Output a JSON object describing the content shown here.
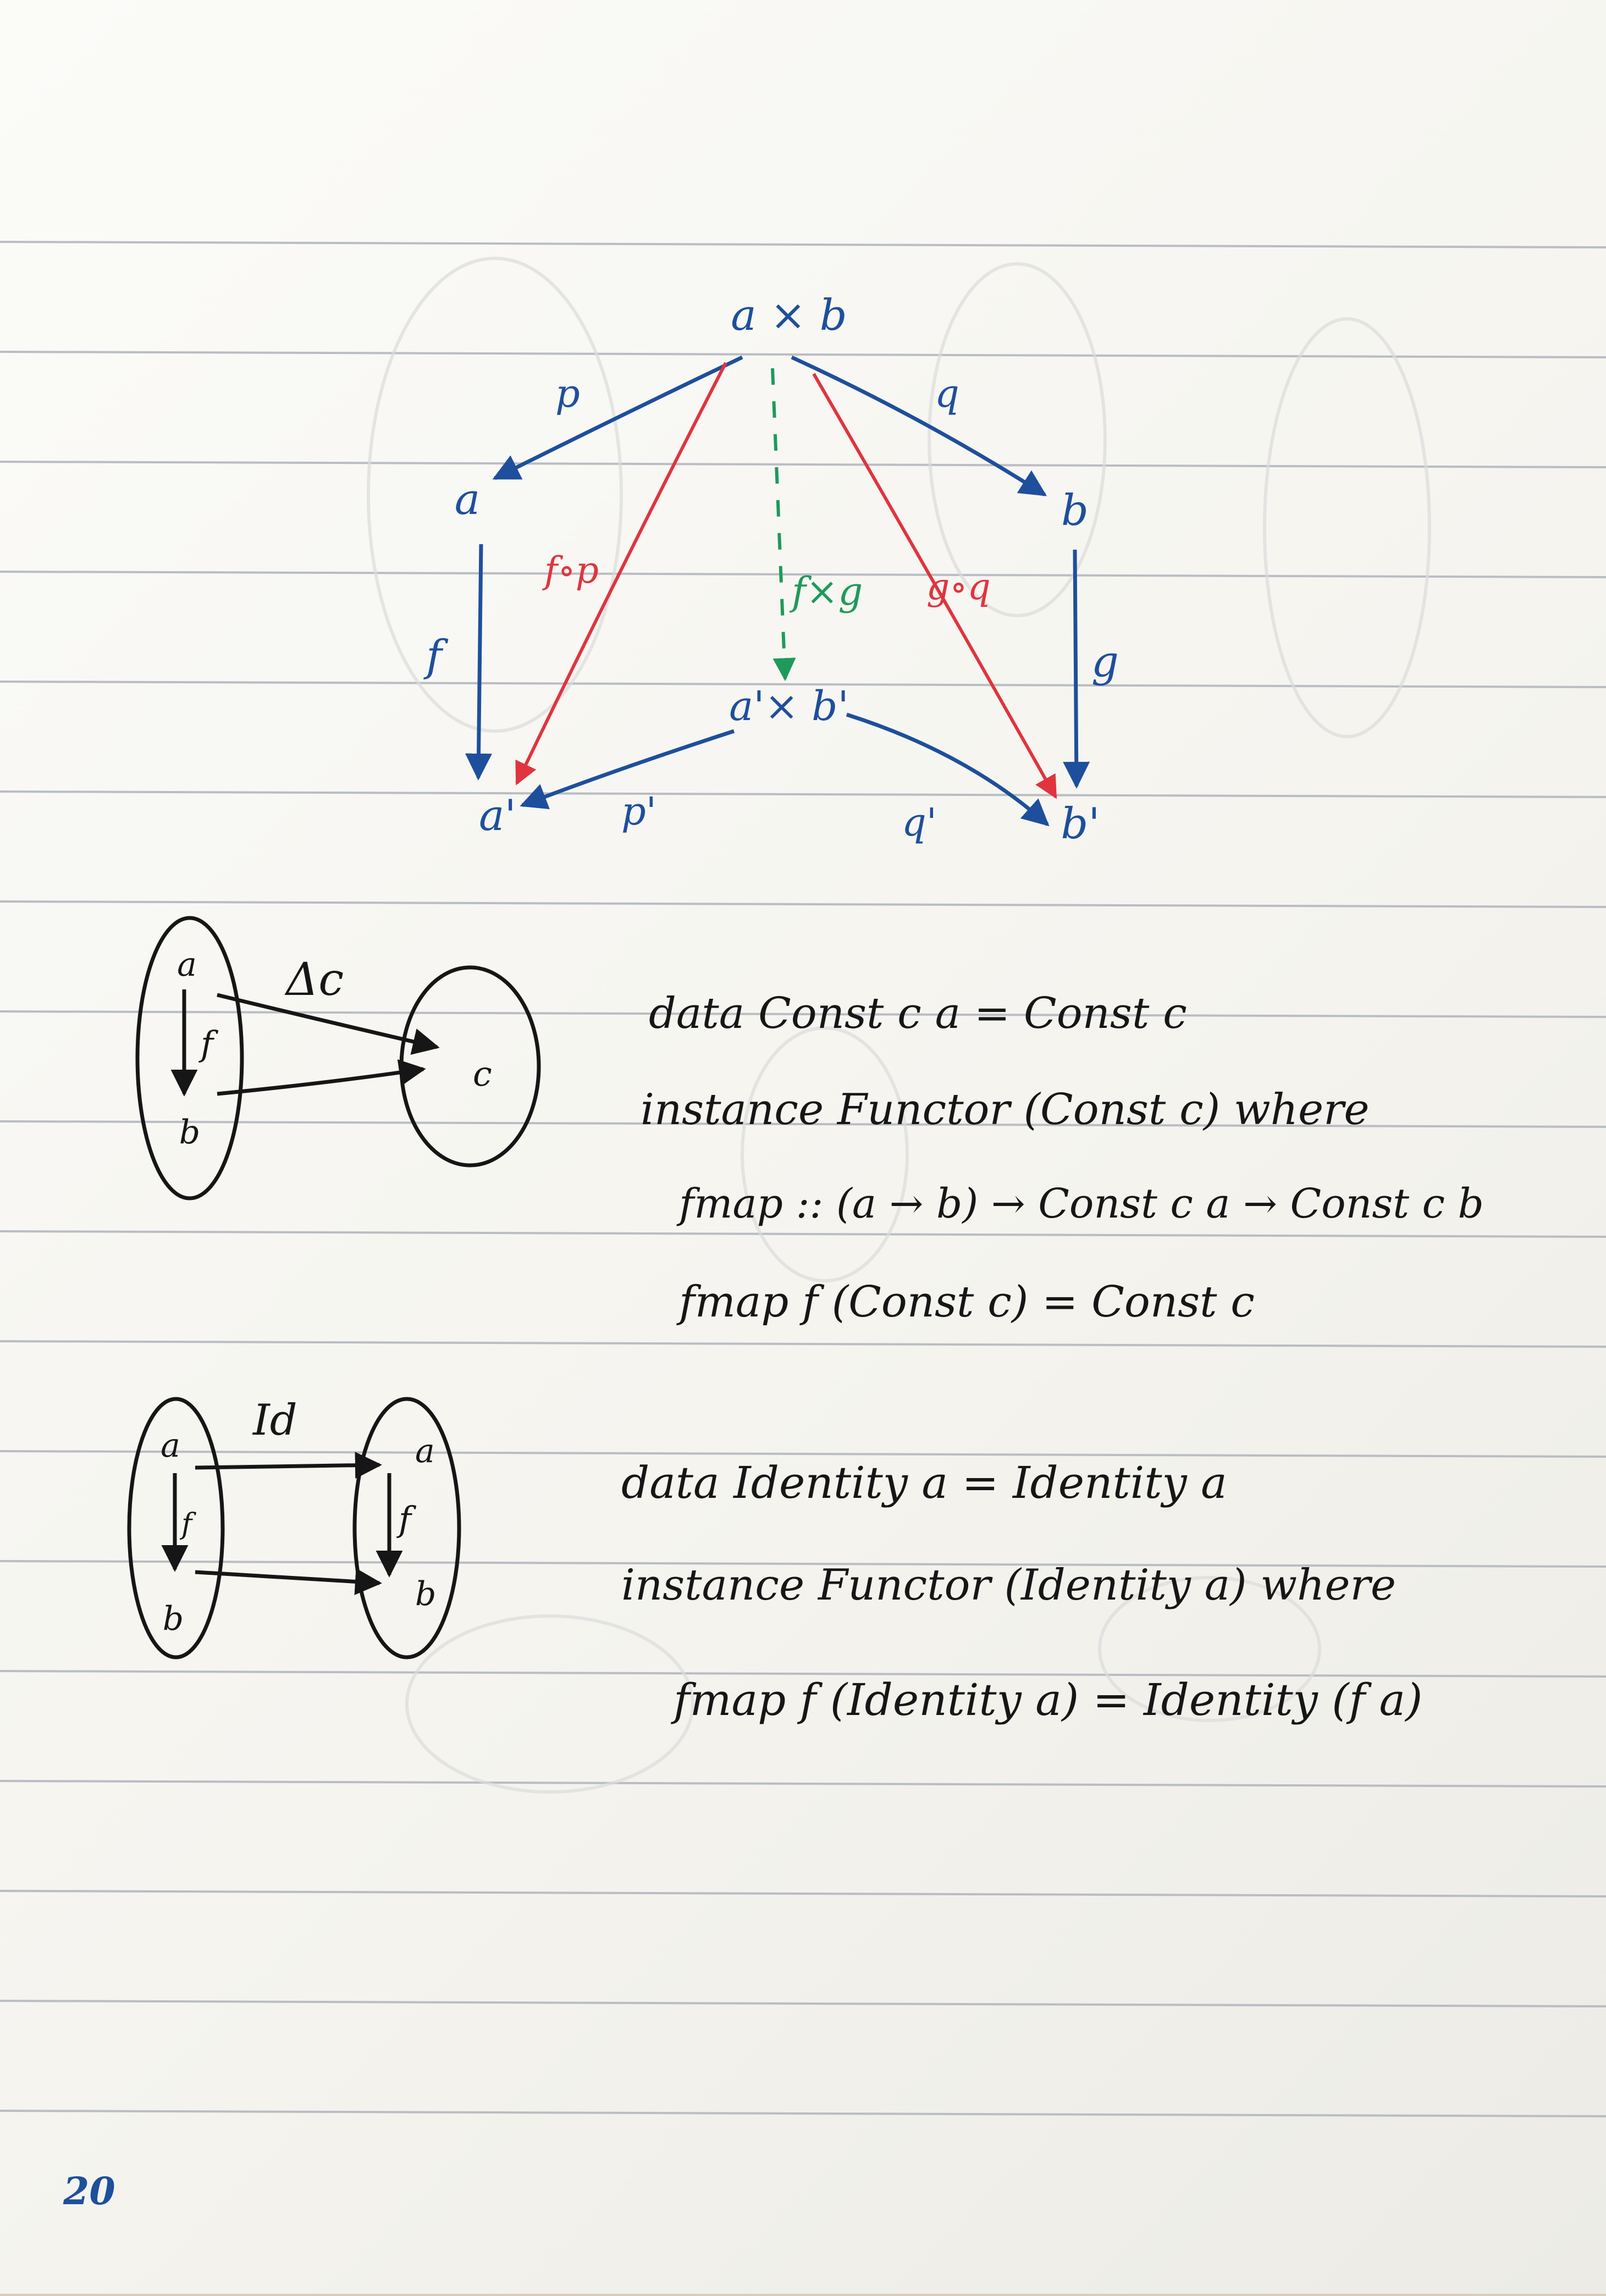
{
  "page_number": "20",
  "colors": {
    "blue": "#1e4f9c",
    "red": "#e0343f",
    "green": "#1f9a5c",
    "ink": "#161616",
    "rule": "#b9bdc4"
  },
  "product_diagram": {
    "top": "a × b",
    "left_mid": "a",
    "right_mid": "b",
    "center": "a'× b'",
    "left_bottom": "a'",
    "right_bottom": "b'",
    "label_p": "p",
    "label_q": "q",
    "label_f": "f",
    "label_g": "g",
    "label_fop": "f∘p",
    "label_goq": "g∘q",
    "label_fxg": "f×g",
    "label_p_prime": "p'",
    "label_q_prime": "q'"
  },
  "const_diagram": {
    "functor_label": "Δc",
    "src_top": "a",
    "src_arrow": "f",
    "src_bottom": "b",
    "dst": "c",
    "code": [
      "data Const c a = Const c",
      "instance Functor (Const c) where",
      "fmap :: (a → b) → Const c a → Const c b",
      "fmap f (Const c) = Const c"
    ]
  },
  "identity_diagram": {
    "functor_label": "Id",
    "src_top": "a",
    "src_arrow": "f",
    "src_bottom": "b",
    "dst_top": "a",
    "dst_arrow": "f",
    "dst_bottom": "b",
    "code": [
      "data Identity a = Identity a",
      "instance Functor (Identity a) where",
      "fmap f (Identity a) = Identity (f a)"
    ]
  }
}
